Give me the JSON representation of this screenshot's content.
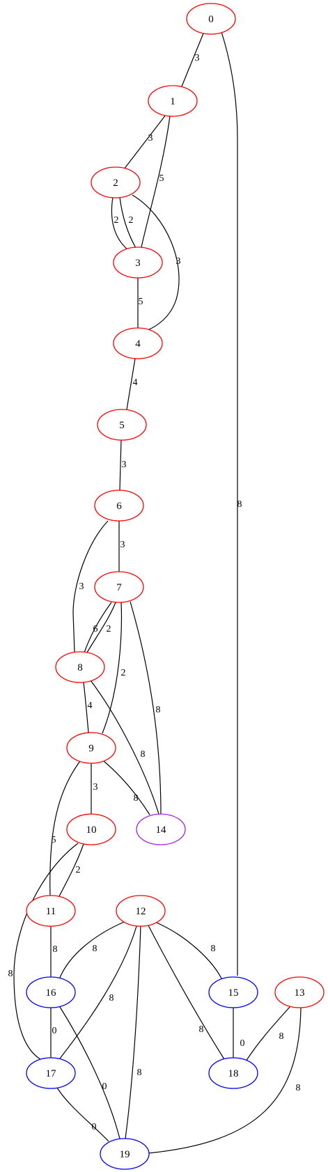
{
  "colors": {
    "red": "#ff0000",
    "blue": "#0000ff",
    "purple": "#a020f0",
    "edge": "#000000",
    "background": "#ffffff"
  },
  "nodes": [
    {
      "id": "0",
      "label": "0",
      "color": "red"
    },
    {
      "id": "1",
      "label": "1",
      "color": "red"
    },
    {
      "id": "2",
      "label": "2",
      "color": "red"
    },
    {
      "id": "3",
      "label": "3",
      "color": "red"
    },
    {
      "id": "4",
      "label": "4",
      "color": "red"
    },
    {
      "id": "5",
      "label": "5",
      "color": "red"
    },
    {
      "id": "6",
      "label": "6",
      "color": "red"
    },
    {
      "id": "7",
      "label": "7",
      "color": "red"
    },
    {
      "id": "8",
      "label": "8",
      "color": "red"
    },
    {
      "id": "9",
      "label": "9",
      "color": "red"
    },
    {
      "id": "10",
      "label": "10",
      "color": "red"
    },
    {
      "id": "11",
      "label": "11",
      "color": "red"
    },
    {
      "id": "12",
      "label": "12",
      "color": "red"
    },
    {
      "id": "13",
      "label": "13",
      "color": "red"
    },
    {
      "id": "14",
      "label": "14",
      "color": "purple"
    },
    {
      "id": "15",
      "label": "15",
      "color": "blue"
    },
    {
      "id": "16",
      "label": "16",
      "color": "blue"
    },
    {
      "id": "17",
      "label": "17",
      "color": "blue"
    },
    {
      "id": "18",
      "label": "18",
      "color": "blue"
    },
    {
      "id": "19",
      "label": "19",
      "color": "blue"
    }
  ],
  "edges": [
    {
      "from": "0",
      "to": "1",
      "label": "3"
    },
    {
      "from": "0",
      "to": "15",
      "label": "8"
    },
    {
      "from": "1",
      "to": "2",
      "label": "3"
    },
    {
      "from": "1",
      "to": "3",
      "label": "5"
    },
    {
      "from": "2",
      "to": "3",
      "label": "2"
    },
    {
      "from": "2",
      "to": "3",
      "label": "2"
    },
    {
      "from": "2",
      "to": "4",
      "label": "3"
    },
    {
      "from": "3",
      "to": "4",
      "label": "5"
    },
    {
      "from": "4",
      "to": "5",
      "label": "4"
    },
    {
      "from": "5",
      "to": "6",
      "label": "3"
    },
    {
      "from": "6",
      "to": "7",
      "label": "3"
    },
    {
      "from": "6",
      "to": "8",
      "label": "3"
    },
    {
      "from": "7",
      "to": "8",
      "label": "6"
    },
    {
      "from": "7",
      "to": "8",
      "label": "2"
    },
    {
      "from": "7",
      "to": "9",
      "label": "2"
    },
    {
      "from": "7",
      "to": "14",
      "label": "8"
    },
    {
      "from": "8",
      "to": "9",
      "label": "4"
    },
    {
      "from": "8",
      "to": "14",
      "label": "8"
    },
    {
      "from": "9",
      "to": "10",
      "label": "3"
    },
    {
      "from": "9",
      "to": "11",
      "label": "5"
    },
    {
      "from": "9",
      "to": "14",
      "label": "8"
    },
    {
      "from": "10",
      "to": "11",
      "label": "2"
    },
    {
      "from": "10",
      "to": "17",
      "label": "8"
    },
    {
      "from": "11",
      "to": "16",
      "label": "8"
    },
    {
      "from": "12",
      "to": "15",
      "label": "8"
    },
    {
      "from": "12",
      "to": "16",
      "label": "8"
    },
    {
      "from": "12",
      "to": "17",
      "label": "8"
    },
    {
      "from": "12",
      "to": "18",
      "label": "8"
    },
    {
      "from": "12",
      "to": "19",
      "label": "8"
    },
    {
      "from": "13",
      "to": "18",
      "label": "8"
    },
    {
      "from": "13",
      "to": "19",
      "label": "8"
    },
    {
      "from": "15",
      "to": "18",
      "label": "0"
    },
    {
      "from": "16",
      "to": "17",
      "label": "0"
    },
    {
      "from": "16",
      "to": "19",
      "label": "0"
    },
    {
      "from": "17",
      "to": "19",
      "label": "0"
    }
  ]
}
